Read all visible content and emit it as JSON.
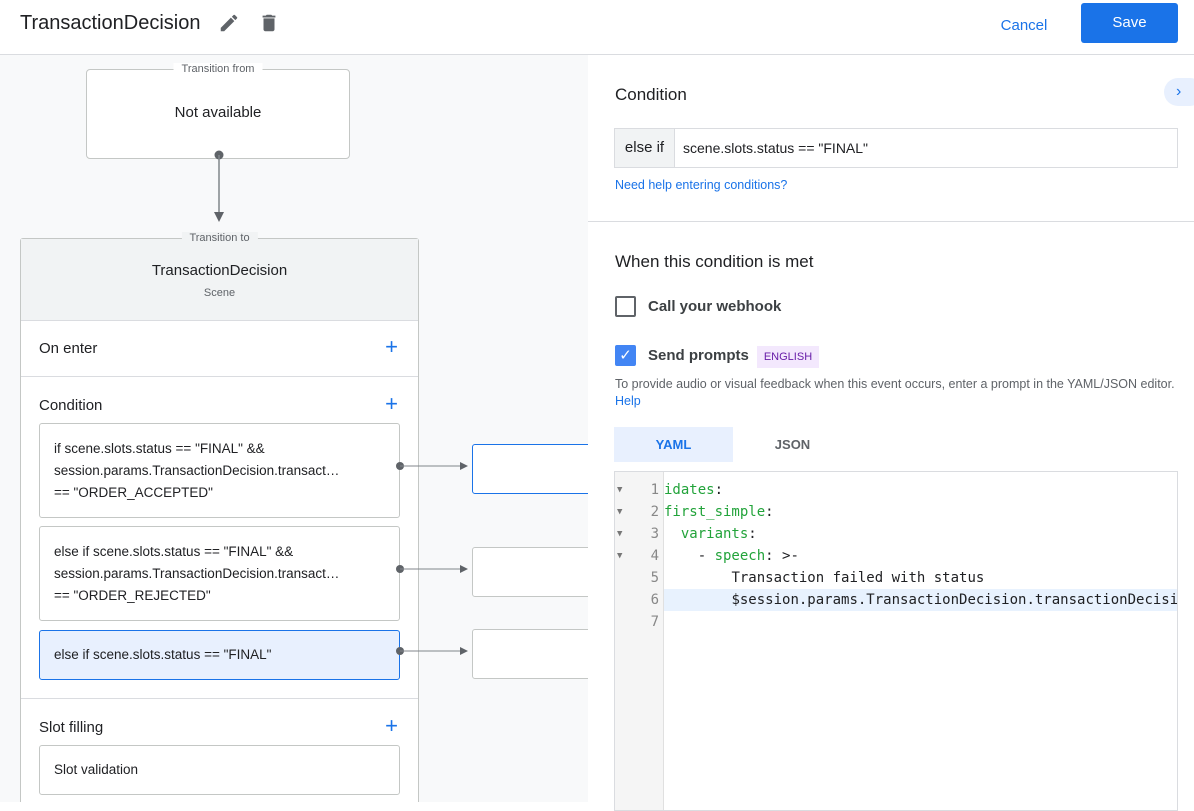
{
  "header": {
    "title": "TransactionDecision",
    "edit_icon": "pencil-icon",
    "delete_icon": "trash-icon",
    "cancel_label": "Cancel",
    "save_label": "Save",
    "accent": "#1a73e8"
  },
  "flow": {
    "transition_from_label": "Transition from",
    "transition_from_value": "Not available",
    "transition_to_label": "Transition to",
    "scene_name": "TransactionDecision",
    "scene_type": "Scene",
    "on_enter_label": "On enter",
    "condition_label": "Condition",
    "conditions": [
      {
        "lines": [
          "if scene.slots.status == \"FINAL\" &&",
          "session.params.TransactionDecision.transact…",
          "== \"ORDER_ACCEPTED\""
        ]
      },
      {
        "lines": [
          "else if scene.slots.status == \"FINAL\" &&",
          "session.params.TransactionDecision.transact…",
          "== \"ORDER_REJECTED\""
        ]
      },
      {
        "lines": [
          "else if scene.slots.status == \"FINAL\""
        ],
        "selected": true
      }
    ],
    "slot_filling_label": "Slot filling",
    "slot_validation_label": "Slot validation"
  },
  "panel": {
    "condition_title": "Condition",
    "condition_prefix": "else if",
    "condition_value": "scene.slots.status == \"FINAL\"",
    "help_link": "Need help entering conditions?",
    "when_title": "When this condition is met",
    "webhook_label": "Call your webhook",
    "webhook_checked": false,
    "prompts_label": "Send prompts",
    "prompts_checked": true,
    "language_badge": "ENGLISH",
    "description": "To provide audio or visual feedback when this event occurs, enter a prompt in the YAML/JSON editor.",
    "description_link": "Help",
    "tabs": [
      {
        "label": "YAML",
        "active": true
      },
      {
        "label": "JSON",
        "active": false
      }
    ],
    "editor_lines": [
      {
        "n": "1",
        "fold": true,
        "key": "idates",
        "rest": ":"
      },
      {
        "n": "2",
        "fold": true,
        "key": "first_simple",
        "rest": ":"
      },
      {
        "n": "3",
        "fold": true,
        "indent": "  ",
        "key": "variants",
        "rest": ":"
      },
      {
        "n": "4",
        "fold": true,
        "indent": "    - ",
        "key": "speech",
        "rest": ": >-"
      },
      {
        "n": "5",
        "fold": false,
        "indent": "        ",
        "rest": "Transaction failed with status"
      },
      {
        "n": "6",
        "fold": false,
        "indent": "        ",
        "rest": "$session.params.TransactionDecision.transactionDecision",
        "highlight": true
      },
      {
        "n": "7",
        "fold": false,
        "rest": ""
      }
    ]
  }
}
